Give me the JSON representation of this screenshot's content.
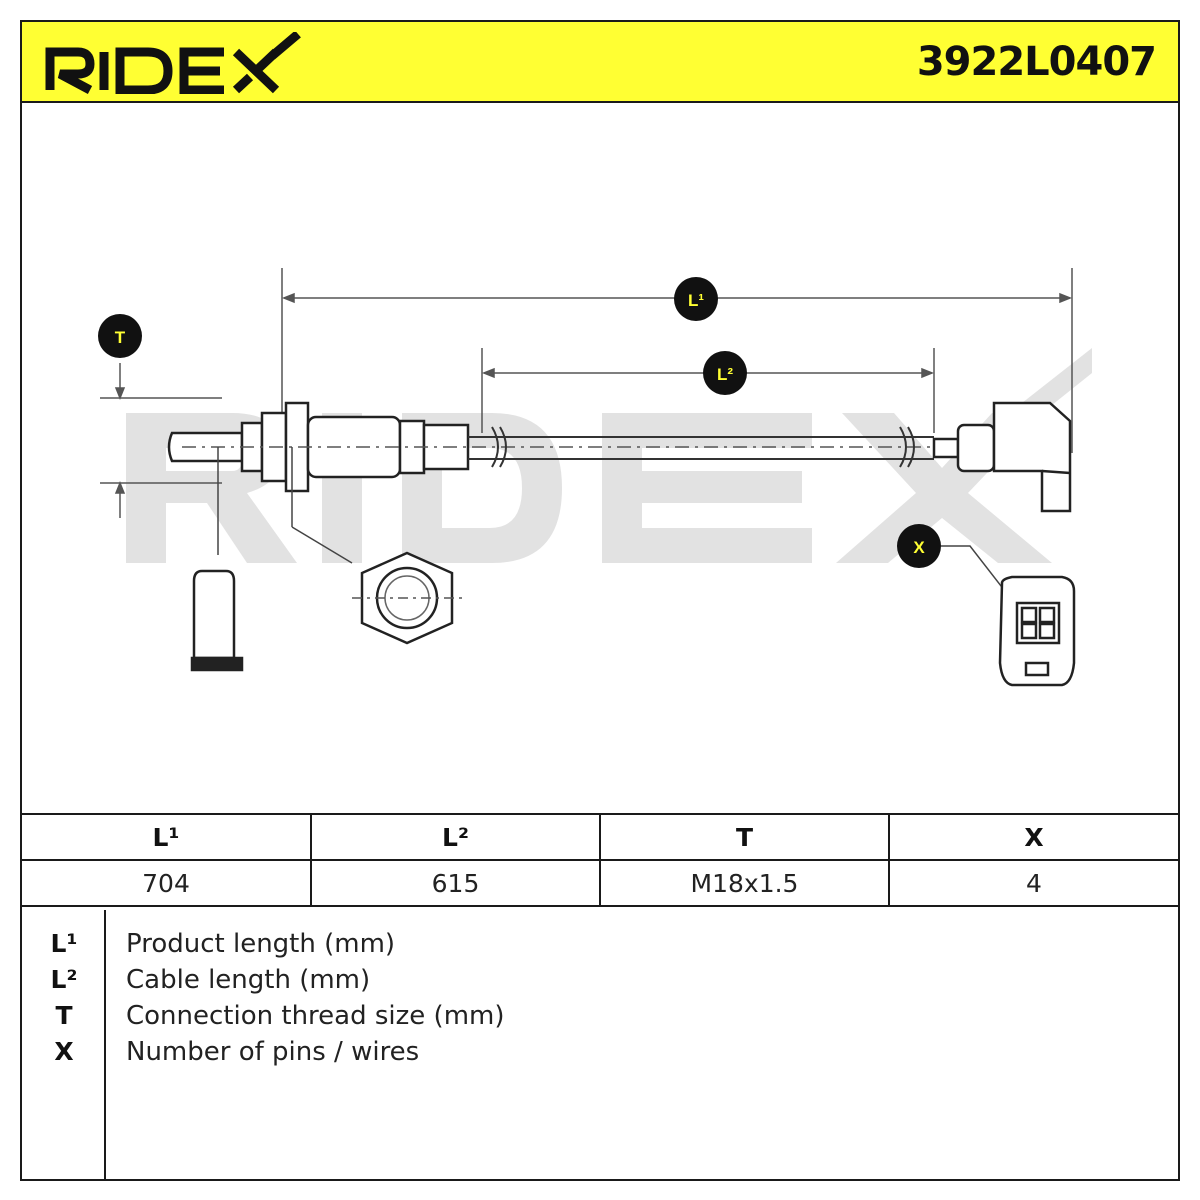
{
  "header": {
    "brand": "RIDEX",
    "part_number": "3922L0407",
    "accent_color": "#ffff33"
  },
  "diagram": {
    "labels": {
      "l1": "L¹",
      "l2": "L²",
      "t": "T",
      "x": "X"
    },
    "watermark": "RIDEX"
  },
  "specs": {
    "headers": [
      "L¹",
      "L²",
      "T",
      "X"
    ],
    "values": [
      "704",
      "615",
      "M18x1.5",
      "4"
    ]
  },
  "legend": [
    {
      "key": "L¹",
      "desc": "Product length (mm)"
    },
    {
      "key": "L²",
      "desc": "Cable length (mm)"
    },
    {
      "key": "T",
      "desc": "Connection thread size (mm)"
    },
    {
      "key": "X",
      "desc": "Number of pins / wires"
    }
  ]
}
